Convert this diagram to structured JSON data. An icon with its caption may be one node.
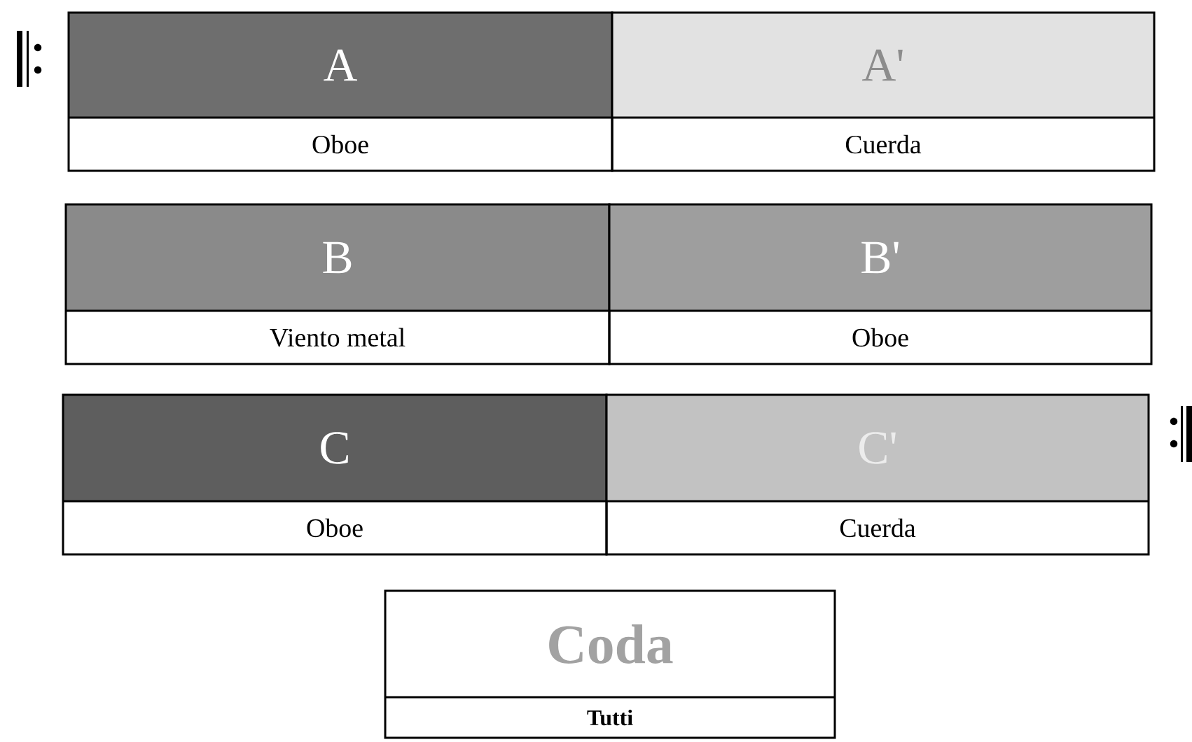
{
  "diagram": {
    "nodes": [
      {
        "text": [
          "A",
          "Oboe"
        ]
      },
      {
        "text": [
          "A'",
          "Cuerda"
        ]
      },
      {
        "text": [
          "B",
          "Viento metal"
        ]
      },
      {
        "text": [
          "B'",
          "Oboe"
        ]
      },
      {
        "text": [
          "C",
          "Oboe"
        ]
      },
      {
        "text": [
          "C'",
          "Cuerda"
        ]
      },
      {
        "text": [
          "Coda",
          "Tutti"
        ]
      }
    ],
    "edges": []
  }
}
